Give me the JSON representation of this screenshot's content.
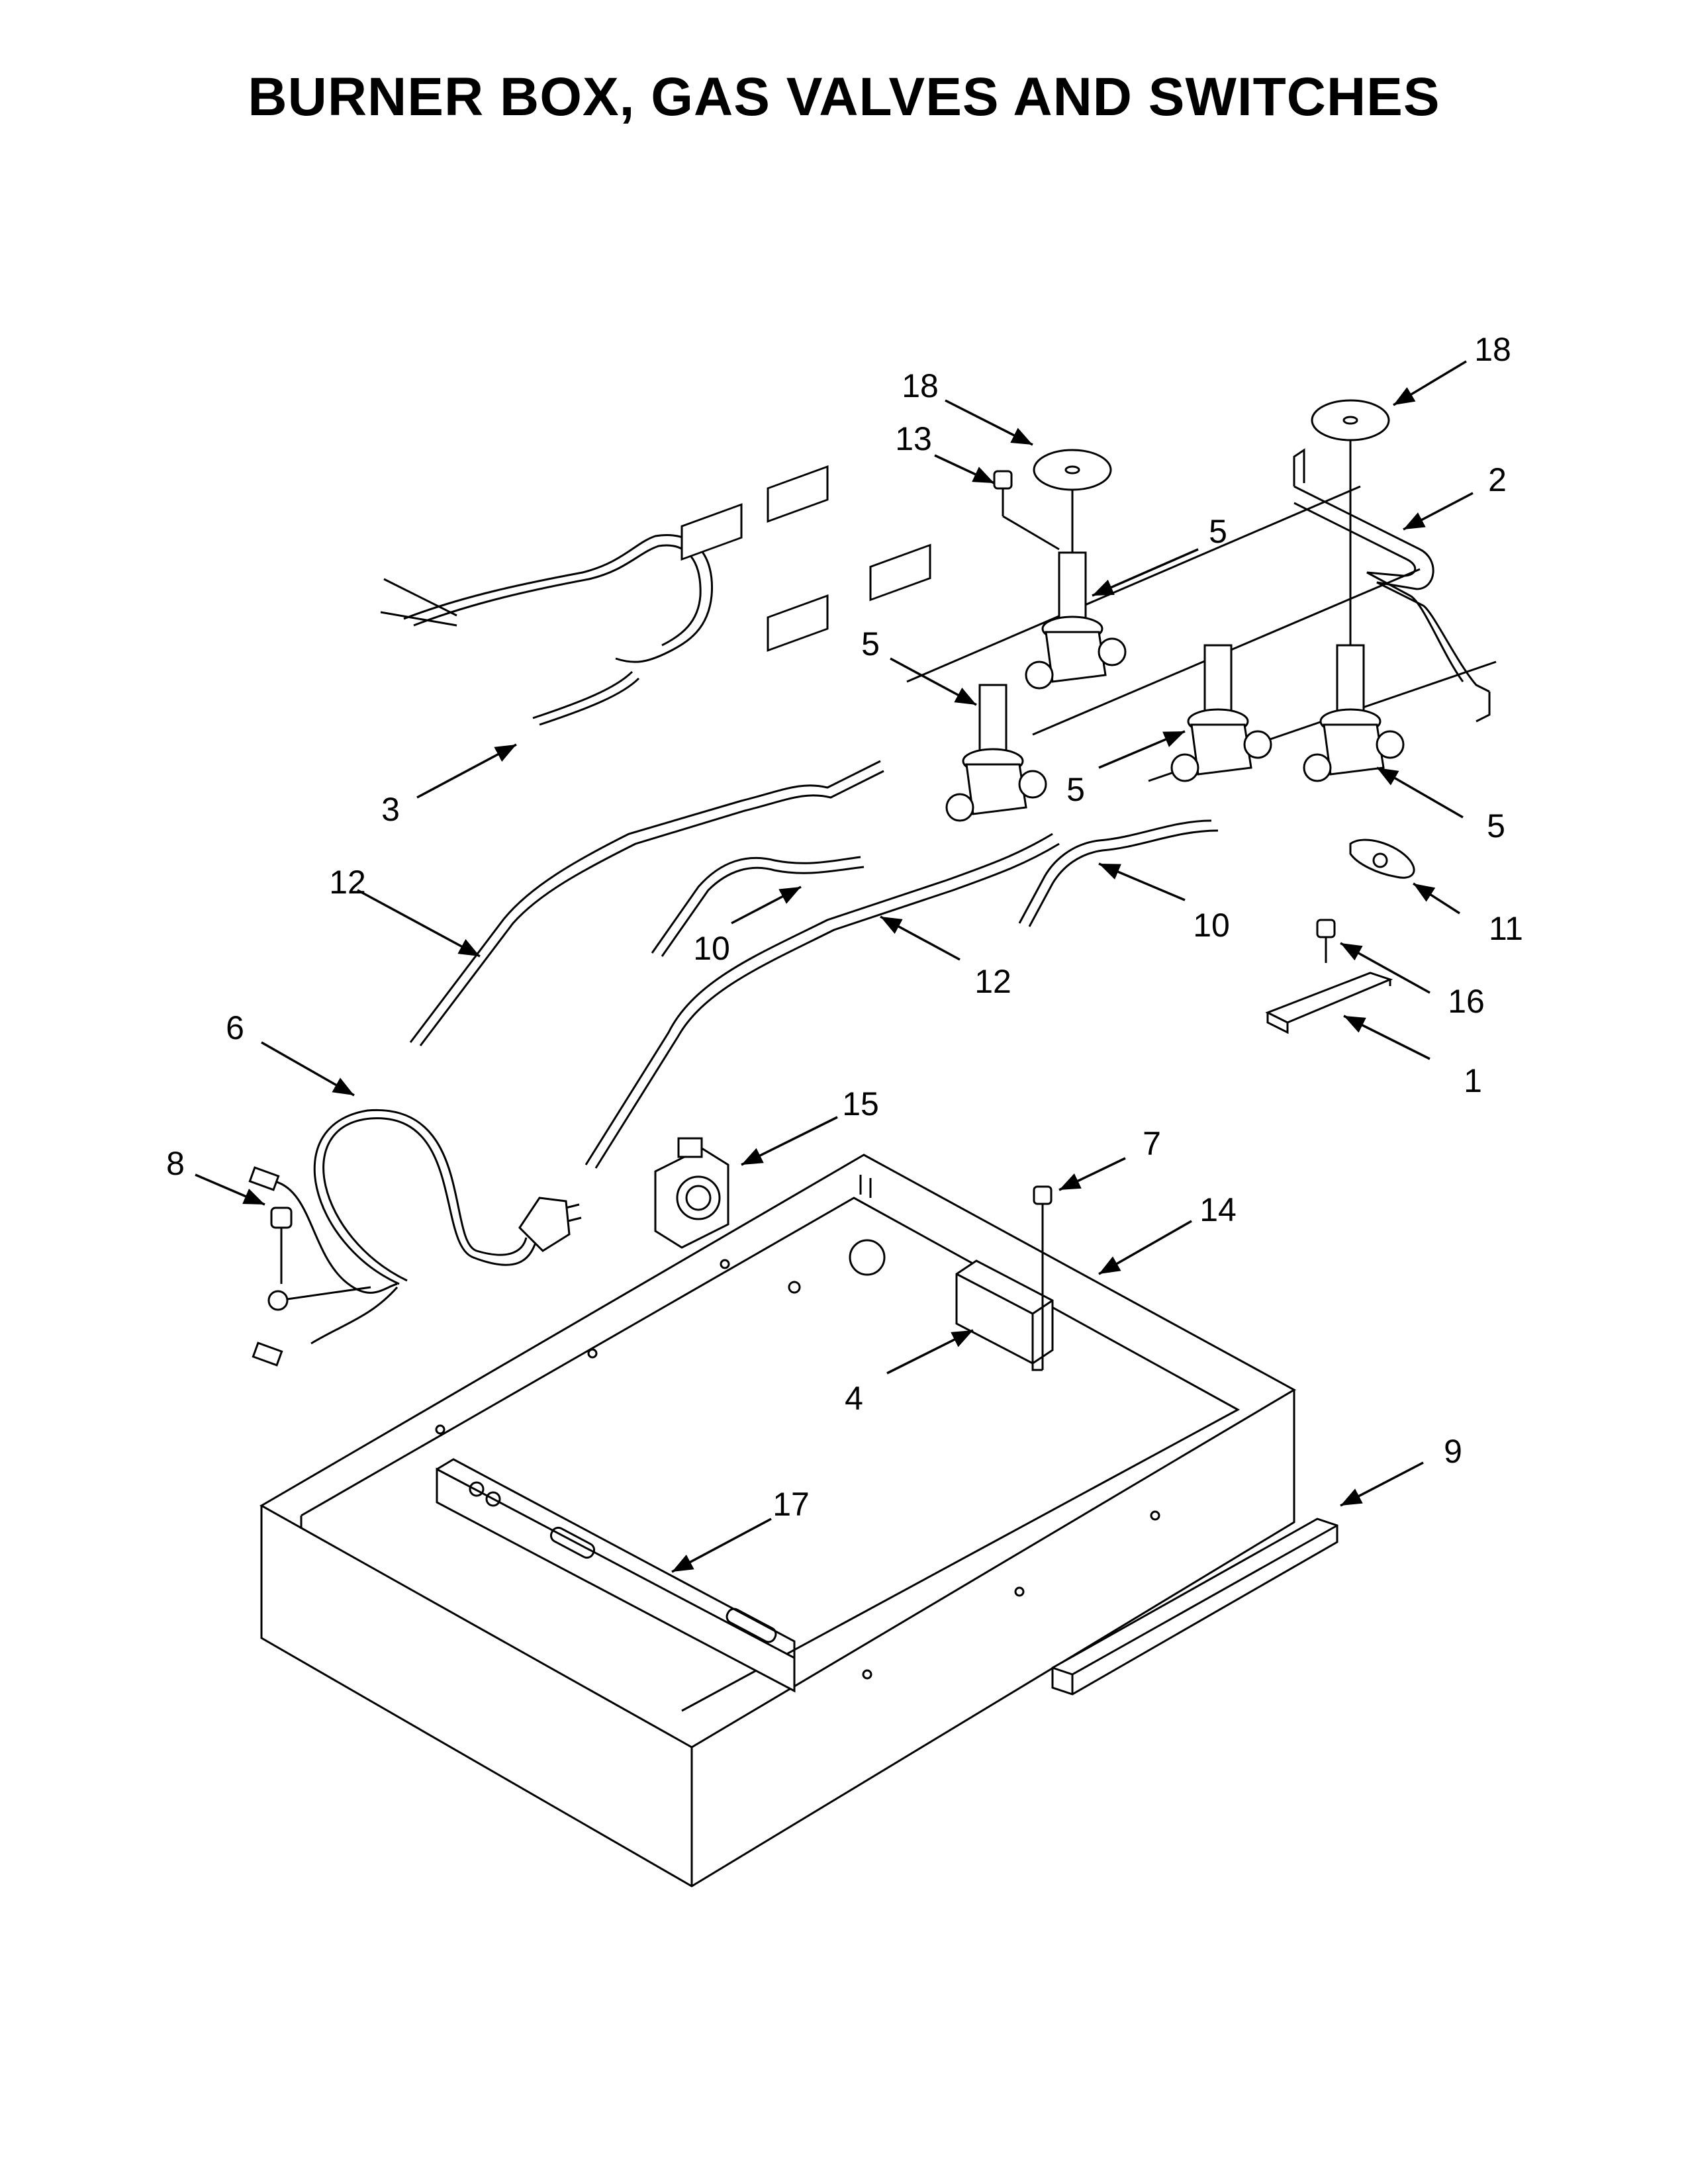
{
  "title": "BURNER BOX, GAS VALVES AND SWITCHES",
  "callouts": {
    "c1": "1",
    "c2": "2",
    "c3": "3",
    "c4": "4",
    "c5a": "5",
    "c5b": "5",
    "c5c": "5",
    "c5d": "5",
    "c6": "6",
    "c7": "7",
    "c8": "8",
    "c9": "9",
    "c10a": "10",
    "c10b": "10",
    "c11": "11",
    "c12a": "12",
    "c12b": "12",
    "c13": "13",
    "c14": "14",
    "c15": "15",
    "c16": "16",
    "c17": "17",
    "c18a": "18",
    "c18b": "18"
  }
}
